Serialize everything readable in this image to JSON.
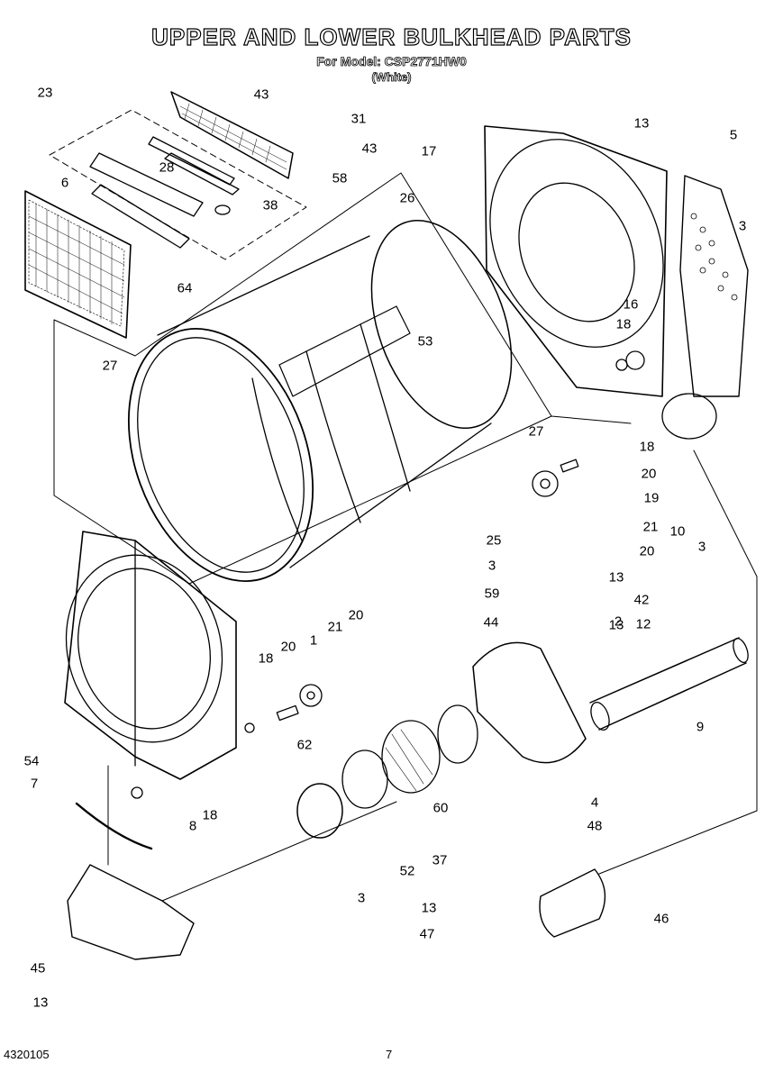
{
  "header": {
    "title": "UPPER AND LOWER BULKHEAD PARTS",
    "model_line": "For Model: CSP2771HW0",
    "color_line": "(White)"
  },
  "footer": {
    "doc_number": "4320105",
    "page_number": "7"
  },
  "callouts": [
    "23",
    "43",
    "31",
    "43",
    "58",
    "6",
    "28",
    "38",
    "26",
    "64",
    "27",
    "53",
    "17",
    "13",
    "5",
    "3",
    "16",
    "18",
    "27",
    "18",
    "20",
    "19",
    "21",
    "20",
    "25",
    "10",
    "3",
    "13",
    "3",
    "59",
    "42",
    "13",
    "44",
    "2",
    "12",
    "9",
    "18",
    "20",
    "1",
    "21",
    "20",
    "54",
    "62",
    "7",
    "8",
    "18",
    "60",
    "37",
    "52",
    "4",
    "48",
    "3",
    "13",
    "47",
    "46",
    "45",
    "13"
  ]
}
